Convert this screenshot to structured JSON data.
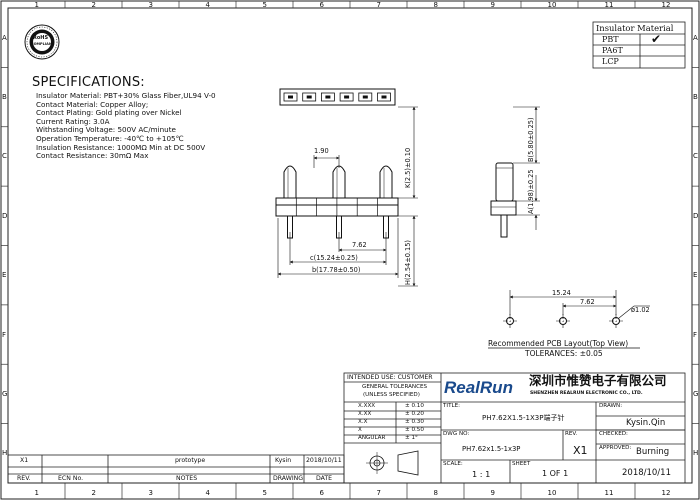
{
  "frame": {
    "top_cols": [
      "1",
      "2",
      "3",
      "4",
      "5",
      "6",
      "7",
      "8",
      "9",
      "10",
      "11",
      "12"
    ],
    "bottom_cols": [
      "1",
      "2",
      "3",
      "4",
      "5",
      "6",
      "7",
      "8",
      "9",
      "10",
      "11",
      "12"
    ],
    "left_rows": [
      "A",
      "B",
      "C",
      "D",
      "E",
      "F",
      "G",
      "H"
    ],
    "right_rows": [
      "A",
      "B",
      "C",
      "D",
      "E",
      "F",
      "G",
      "H"
    ]
  },
  "logo": {
    "text_top": "RoHS",
    "text_bottom": "COMPLIANT"
  },
  "insulator_table": {
    "header": "Insulator Material",
    "rows": [
      {
        "name": "PBT",
        "mark": "✔"
      },
      {
        "name": "PA6T",
        "mark": ""
      },
      {
        "name": "LCP",
        "mark": ""
      }
    ]
  },
  "specifications": {
    "title": "SPECIFICATIONS:",
    "lines": [
      "Insulator Material: PBT+30% Glass Fiber,UL94 V-0",
      "Contact Material: Copper Alloy;",
      "Contact Plating: Gold plating over Nickel",
      "Current Rating: 3.0A",
      "Withstanding Voltage: 500V AC/minute",
      "Operation Temperature: -40℃ to +105℃",
      "Insulation Resistance: 1000MΩ Min at DC 500V",
      "Contact Resistance: 30mΩ Max"
    ]
  },
  "dimensions": {
    "pitch_top": "1.90",
    "k": "K(2.5)±0.10",
    "h": "H(2.54±0.15)",
    "pitch": "7.62",
    "c": "c(15.24±0.25)",
    "b": "b(17.78±0.50)",
    "side_b": "B(5.80±0.25)",
    "side_a": "A(1.98)±0.25"
  },
  "pcb_layout": {
    "dim_total": "15.24",
    "dim_pitch": "7.62",
    "hole": "ø1.02",
    "title": "Recommended PCB Layout(Top View)",
    "tolerances": "TOLERANCES: ±0.05"
  },
  "title_block": {
    "intended_use": "INTENDED USE: CUSTOMER",
    "general_tol_1": "GENERAL TOLERANCES",
    "general_tol_2": "(UNLESS SPECIFIED)",
    "tol_rows": [
      {
        "k": "X.XXX",
        "v": "± 0.10"
      },
      {
        "k": "X.XX",
        "v": "± 0.20"
      },
      {
        "k": "X.X",
        "v": "± 0.30"
      },
      {
        "k": "X",
        "v": "± 0.50"
      },
      {
        "k": "ANGULAR",
        "v": "± 1°"
      }
    ],
    "brand": "RealRun",
    "company_cn": "深圳市惟赞电子有限公司",
    "company_en": "SHENZHEN REALRUN ELECTRONIC CO., LTD.",
    "title_label": "TITLE:",
    "title_value": "PH7.62X1.5-1X3P端子针",
    "drawn_label": "DRAWN:",
    "drawn_value": "Kysin.Qin",
    "checked_label": "CHECKED:",
    "dwg_label": "DWG NO:",
    "dwg_value": "PH7.62x1.5-1x3P",
    "rev_label": "REV.",
    "rev_value": "X1",
    "approved_label": "APPROVED:",
    "approved_value": "Burning",
    "scale_label": "SCALE:",
    "scale_value": "1 : 1",
    "sheet_label": "SHEET",
    "sheet_value": "1 OF 1",
    "date_value": "2018/10/11"
  },
  "revision_block": {
    "rev": "X1",
    "ecn": "",
    "notes": "prototype",
    "drawing": "Kysin",
    "date": "2018/10/11",
    "h_rev": "REV.",
    "h_ecn": "ECN No.",
    "h_notes": "NOTES",
    "h_drawing": "DRAWING",
    "h_date": "DATE"
  }
}
